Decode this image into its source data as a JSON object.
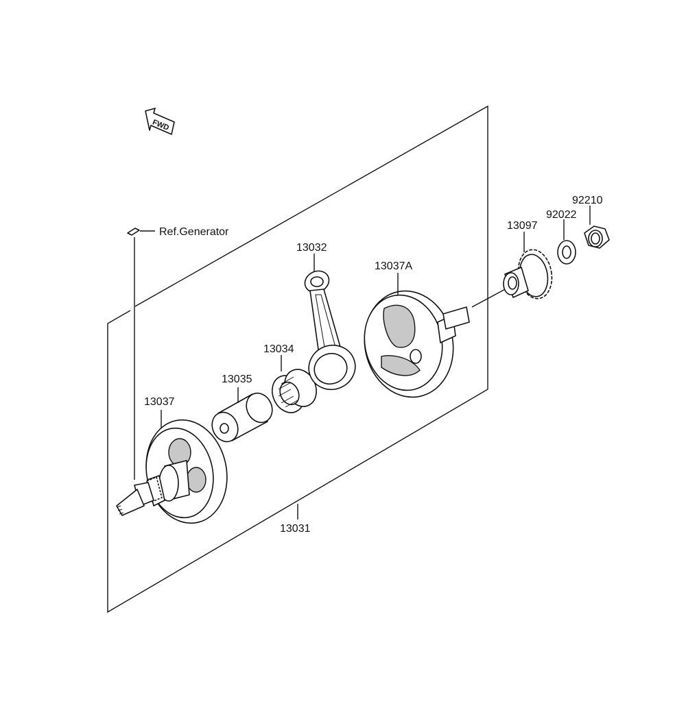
{
  "fwd_text": "FWD",
  "labels": {
    "ref_generator": "Ref.Generator",
    "p13031": "13031",
    "p13032": "13032",
    "p13034": "13034",
    "p13035": "13035",
    "p13037": "13037",
    "p13037A": "13037A",
    "p13097": "13097",
    "p92022": "92022",
    "p92210": "92210"
  },
  "colors": {
    "line": "#111111",
    "fill": "#ffffff",
    "shade": "#c8c8c8"
  }
}
